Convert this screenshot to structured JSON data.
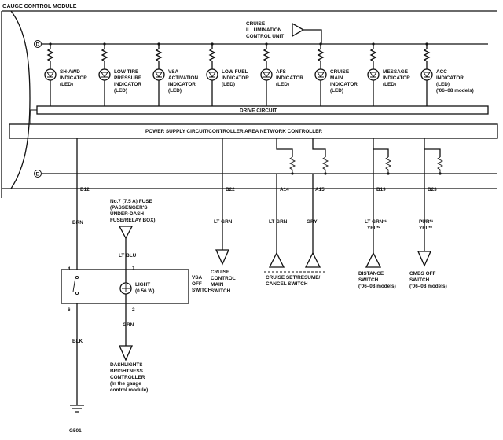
{
  "module_title": "GAUGE CONTROL MODULE",
  "bus_labels": {
    "d": "D",
    "e": "E"
  },
  "cruise_illumination": [
    "CRUISE",
    "ILLUMINATION",
    "CONTROL UNIT"
  ],
  "indicators": [
    {
      "lines": [
        "SH-AWD",
        "INDICATOR",
        "(LED)"
      ]
    },
    {
      "lines": [
        "LOW TIRE",
        "PRESSURE",
        "INDICATOR",
        "(LED)"
      ]
    },
    {
      "lines": [
        "VSA",
        "ACTIVATION",
        "INDICATOR",
        "(LED)"
      ]
    },
    {
      "lines": [
        "LOW FUEL",
        "INDICATOR",
        "(LED)"
      ]
    },
    {
      "lines": [
        "AFS",
        "INDICATOR",
        "(LED)"
      ]
    },
    {
      "lines": [
        "CRUISE",
        "MAIN",
        "INDICATOR",
        "(LED)"
      ]
    },
    {
      "lines": [
        "MESSAGE",
        "INDICATOR",
        "(LED)"
      ]
    },
    {
      "lines": [
        "ACC",
        "INDICATOR",
        "(LED)",
        "('06–08 models)"
      ]
    }
  ],
  "drive_circuit": "DRIVE CIRCUIT",
  "power_supply": "POWER SUPPLY CIRCUIT/CONTROLLER AREA NETWORK CONTROLLER",
  "pins": {
    "b12": "B12",
    "b22": "B22",
    "a14": "A14",
    "a15": "A15",
    "b19": "B19",
    "b23": "B23"
  },
  "wires": {
    "brn": "BRN",
    "lt_blu": "LT BLU",
    "grn": "GRN",
    "blk": "BLK",
    "lt_grn_b22": "LT GRN",
    "lt_grn_a14": "LT GRN",
    "gry": "GRY",
    "lt_grn_b19": "LT GRN*¹",
    "yel_b19": "YEL*²",
    "pur_b23": "PUR*¹",
    "yel_b23": "YEL*²"
  },
  "fuse": [
    "No.7 (7.5 A) FUSE",
    "(PASSENGER'S",
    "UNDER-DASH",
    "FUSE/RELAY BOX)"
  ],
  "vsa_switch": {
    "light": [
      "LIGHT",
      "(0.56 W)"
    ],
    "name": [
      "VSA",
      "OFF",
      "SWITCH"
    ],
    "pin_4": "4",
    "pin_6": "6",
    "pin_1": "1",
    "pin_2": "2"
  },
  "dashlights": [
    "DASHLIGHTS",
    "BRIGHTNESS",
    "CONTROLLER",
    "(In the gauge",
    "control module)"
  ],
  "cruise_main": [
    "CRUISE",
    "CONTROL",
    "MAIN",
    "SWITCH"
  ],
  "cruise_set": [
    "CRUISE SET/RESUME/",
    "CANCEL SWITCH"
  ],
  "distance": [
    "DISTANCE",
    "SWITCH",
    "('06–08 models)"
  ],
  "cmbs": [
    "CMBS OFF",
    "SWITCH",
    "('06–08 models)"
  ],
  "ground": "G501"
}
